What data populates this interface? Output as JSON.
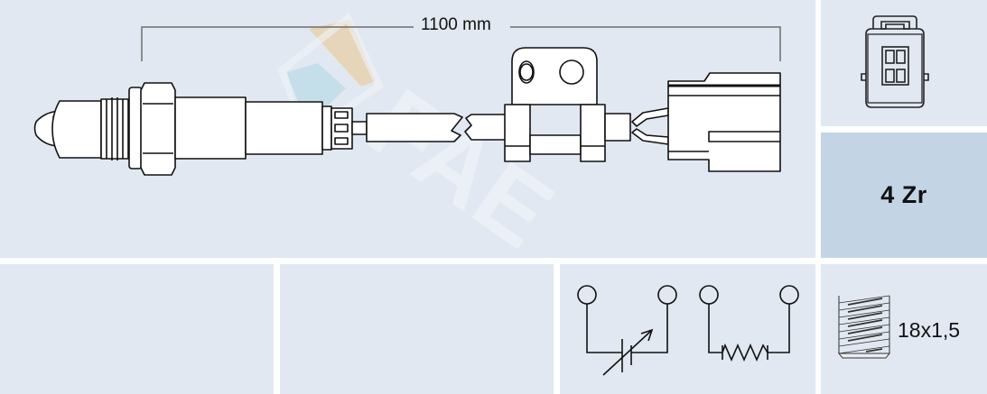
{
  "product": {
    "cable_length": "1100 mm",
    "sensor_type": "4 Zr",
    "thread_size": "18x1,5",
    "connector_pins": 4,
    "watermark": "FAE"
  },
  "icons": {
    "connector": "connector-4pin-icon",
    "circuit": "heater-and-sensor-circuit-icon",
    "thread": "thread-icon"
  },
  "colors": {
    "panel": "#e1e8f1",
    "panel_highlight": "#c3d5e5",
    "line": "#111111",
    "watermark_orange": "#e8d3b4",
    "watermark_blue": "#c3dfea"
  }
}
